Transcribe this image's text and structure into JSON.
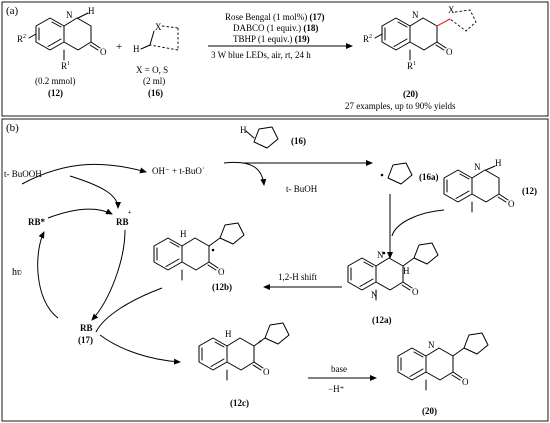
{
  "panel_a": {
    "label": "(a)",
    "reactant1": {
      "substituent": "R",
      "sub_sup": "2",
      "n1_sub": "R",
      "n1_sup": "1",
      "h": "H",
      "o": "O",
      "amount": "(0.2 mmol)",
      "id": "(12)"
    },
    "plus": "+",
    "reactant2": {
      "x": "X",
      "h": "H",
      "x_values": "X = O, S",
      "amount": "(2 ml)",
      "id": "(16)"
    },
    "conditions": [
      {
        "text": "Rose Bengal (1 mol%) ",
        "ref": "(17)"
      },
      {
        "text": "DABCO (1 equiv.) ",
        "ref": "(18)"
      },
      {
        "text": "TBHP (1 equiv.) ",
        "ref": "(19)"
      },
      {
        "text": "3 W blue LEDs, air, rt, 24 h",
        "ref": ""
      }
    ],
    "product": {
      "substituent": "R",
      "sub_sup": "2",
      "n1_sub": "R",
      "n1_sup": "1",
      "x": "X",
      "o": "O",
      "id": "(20)"
    },
    "summary": "27 examples, up to 90% yields"
  },
  "panel_b": {
    "label": "(b)",
    "reagent_tbhp": "t- BuOOH",
    "radicals_formed": "OH⁻ + t-BuO˙",
    "byproduct": "t- BuOH",
    "thf_id": "(16)",
    "thf_radical_id": "(16a)",
    "quinox_id": "(12)",
    "cycle": {
      "rb_excited": "RB*",
      "rb_radical_cation": "RB",
      "rb_radical_cation_sup": "+",
      "rb_ground": "RB",
      "rb_id": "(17)",
      "light": "hʋ"
    },
    "adduct_id": "(12a)",
    "shift_label": "1,2-H shift",
    "shifted_id": "(12b)",
    "cation_id": "(12c)",
    "base_label": "base",
    "deprotonation": "−H⁺",
    "product_id": "(20)",
    "atoms": {
      "N": "N",
      "H": "H",
      "O": "O"
    }
  }
}
